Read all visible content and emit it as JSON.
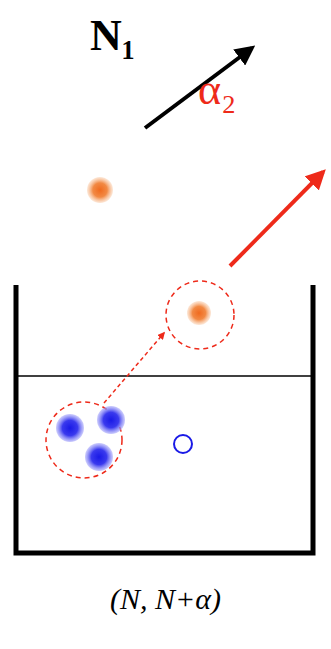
{
  "diagram": {
    "caption": "(N, N+α)",
    "labels": [
      "N₁",
      "α₂"
    ]
  }
}
